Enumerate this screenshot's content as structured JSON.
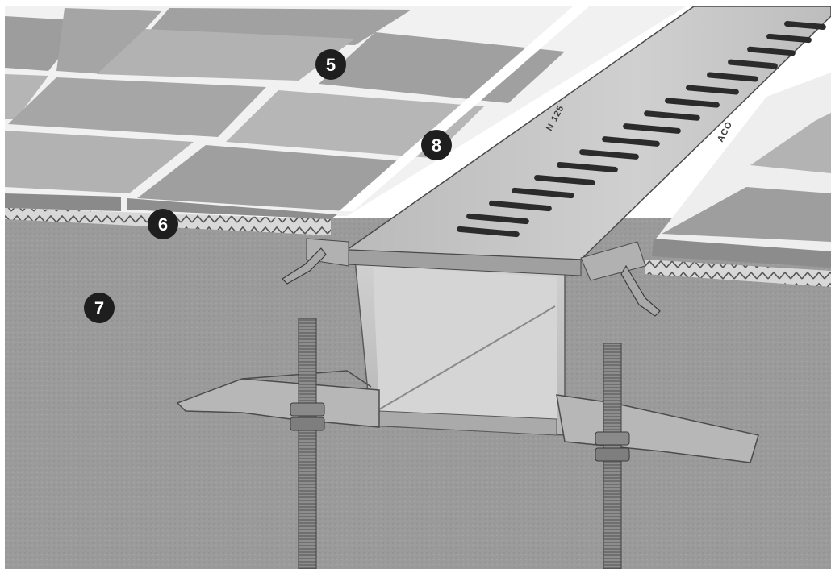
{
  "callouts": [
    {
      "id": "callout-5",
      "label": "5"
    },
    {
      "id": "callout-6",
      "label": "6"
    },
    {
      "id": "callout-7",
      "label": "7"
    },
    {
      "id": "callout-8",
      "label": "8"
    }
  ],
  "channel_markings": {
    "mark_a": "N 125",
    "mark_b": "ACO"
  },
  "colors": {
    "tile_dark": "#9a9a9a",
    "tile_light": "#b4b4b4",
    "grout": "#f2f2f2",
    "concrete": "#9c9c9c",
    "steel": "#c6c7c6",
    "callout_fill": "#1e1e1e"
  }
}
